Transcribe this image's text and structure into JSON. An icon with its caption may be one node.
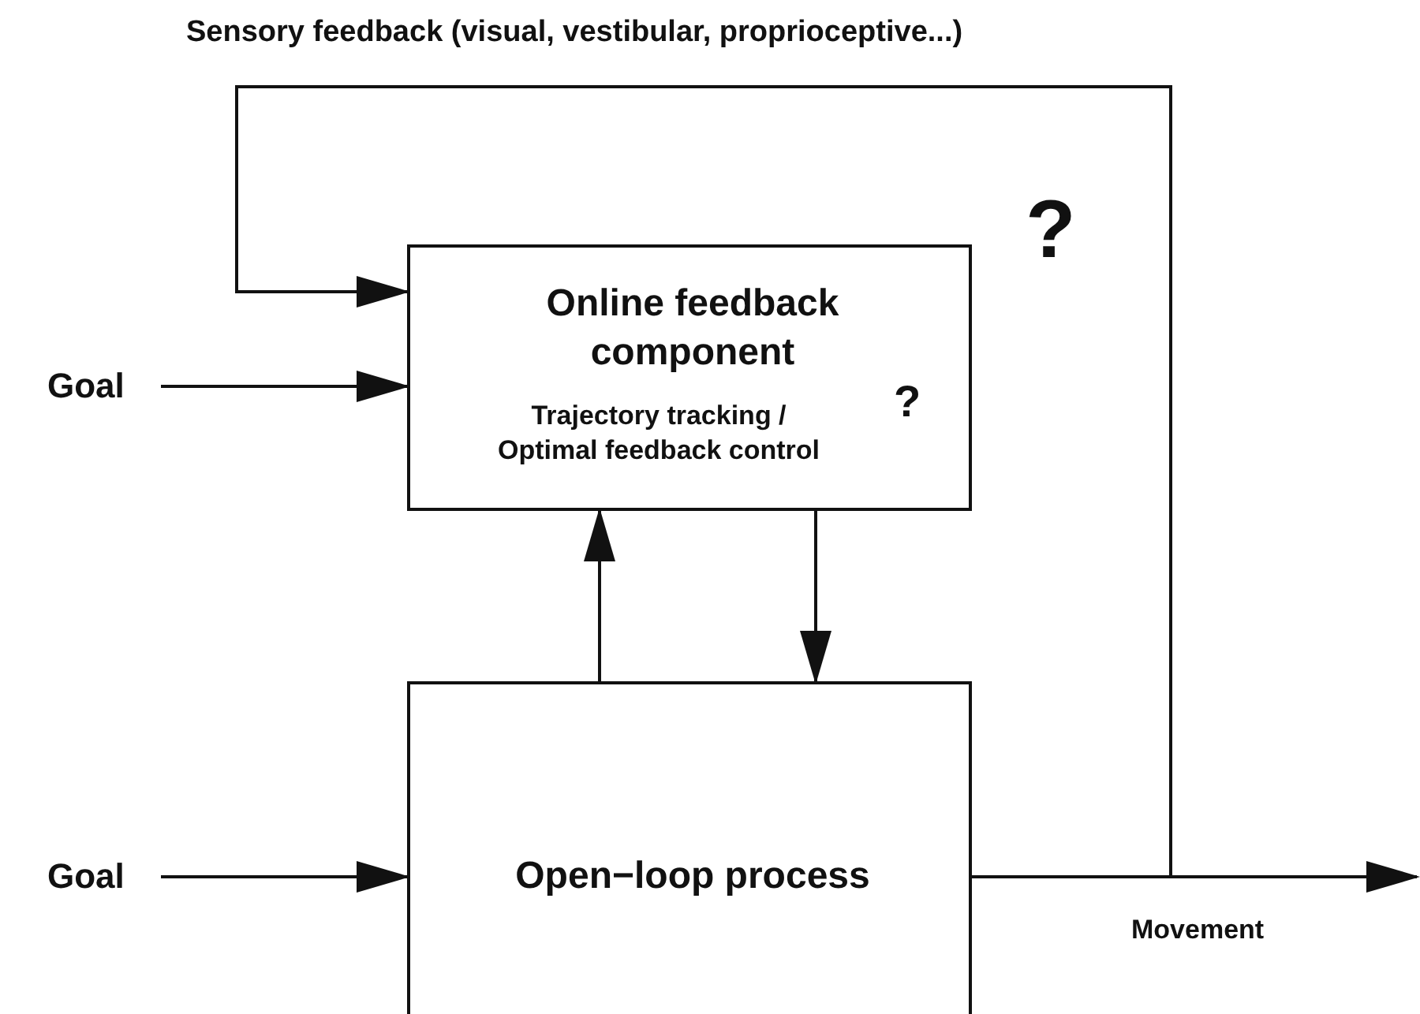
{
  "diagram": {
    "nodes": [
      {
        "text": [
          "Goal"
        ]
      },
      {
        "text": [
          "Goal"
        ]
      },
      {
        "text": [
          "Online feedback component",
          "Trajectory tracking / Optimal feedback control",
          "?"
        ]
      },
      {
        "text": [
          "Open−loop process"
        ]
      }
    ],
    "edges": [
      {
        "from": 0,
        "to": 2,
        "arrow": "to"
      },
      {
        "from": 1,
        "to": 3,
        "arrow": "to"
      },
      {
        "from": 3,
        "to": 2,
        "arrow": "to"
      },
      {
        "from": 2,
        "to": 3,
        "arrow": "to"
      },
      {
        "from": 3,
        "to": 2,
        "arrow": "to",
        "label": "Sensory feedback (visual, vestibular, proprioceptive...)"
      },
      {
        "from": 3,
        "to": null,
        "arrow": "to",
        "label": "Movement"
      }
    ],
    "labels": [
      "?"
    ]
  }
}
